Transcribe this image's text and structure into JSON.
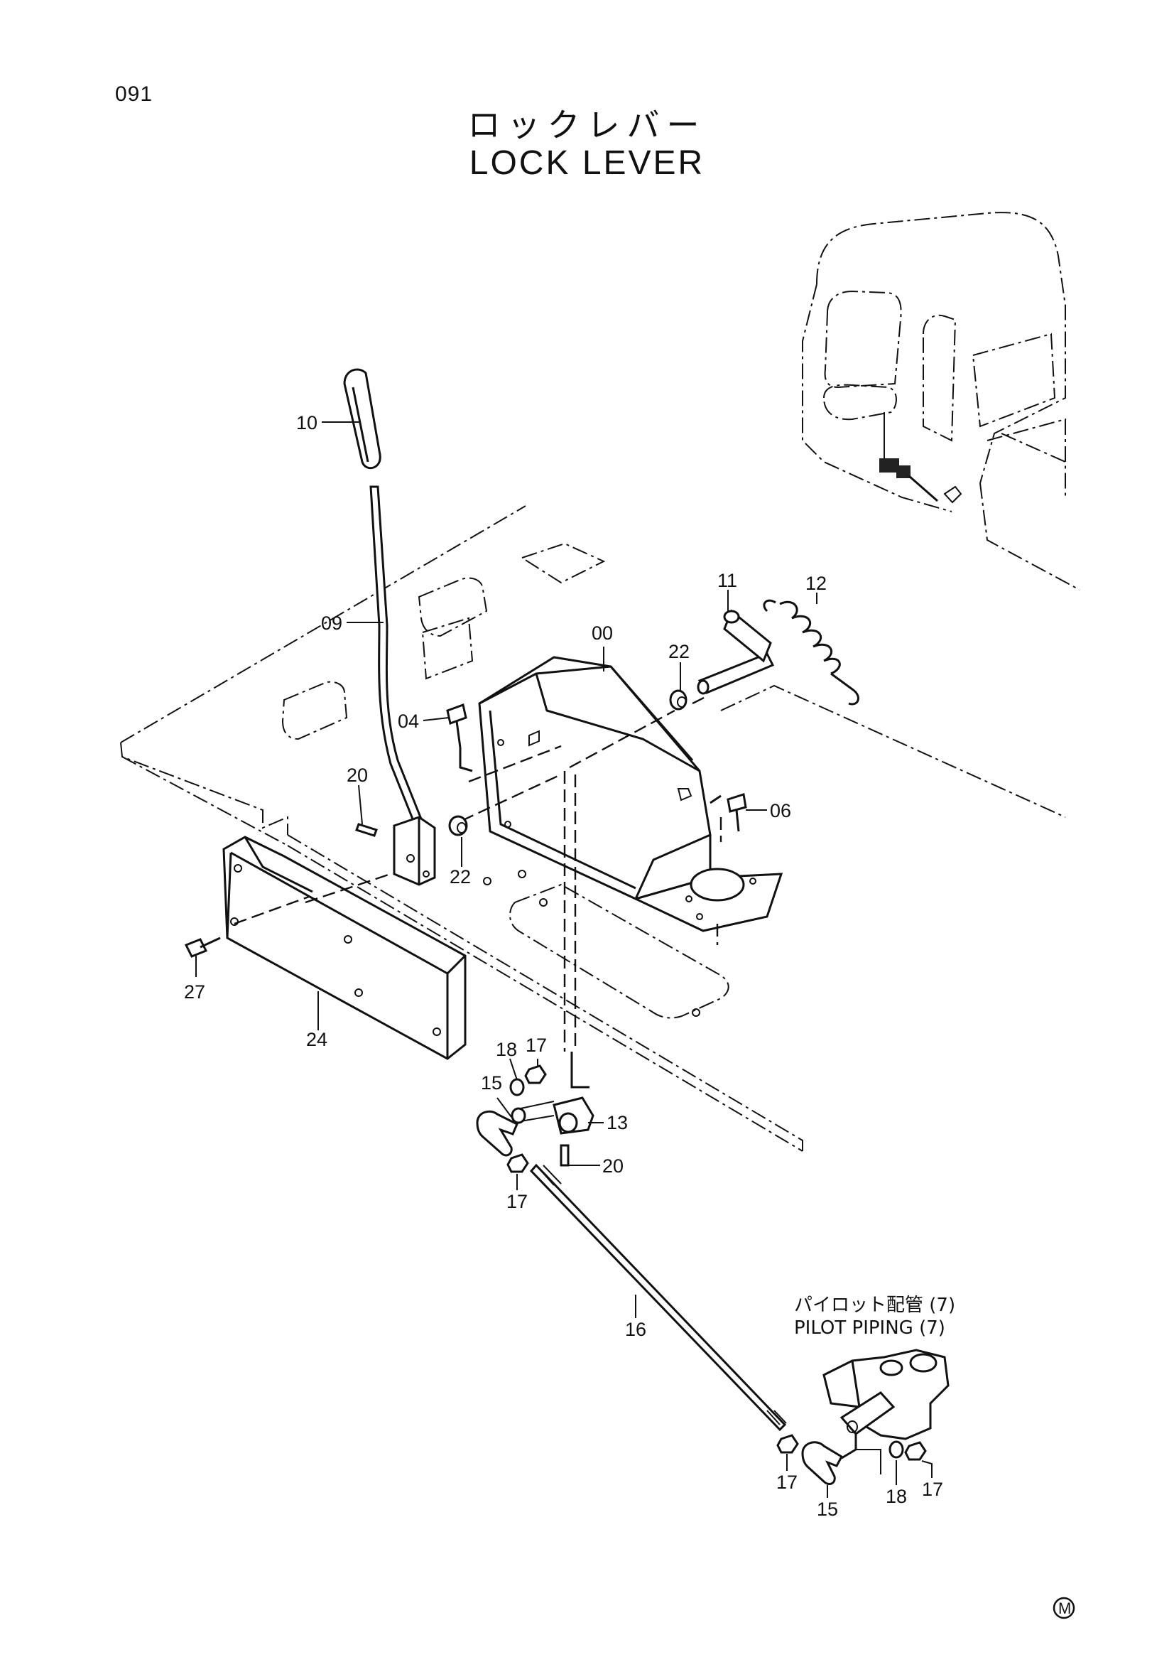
{
  "page": {
    "number": "091",
    "title_jp": "ロックレバー",
    "title_en": "LOCK LEVER"
  },
  "note": {
    "line1": "パイロット配管 (7)",
    "line2": "PILOT PIPING (7)"
  },
  "mark": "M",
  "callouts": {
    "c00": "00",
    "c04": "04",
    "c06": "06",
    "c09": "09",
    "c10": "10",
    "c11": "11",
    "c12": "12",
    "c13": "13",
    "c15a": "15",
    "c15b": "15",
    "c16": "16",
    "c17a": "17",
    "c17b": "17",
    "c17c": "17",
    "c17d": "17",
    "c18a": "18",
    "c18b": "18",
    "c20a": "20",
    "c20b": "20",
    "c22a": "22",
    "c22b": "22",
    "c24": "24",
    "c27": "27"
  }
}
